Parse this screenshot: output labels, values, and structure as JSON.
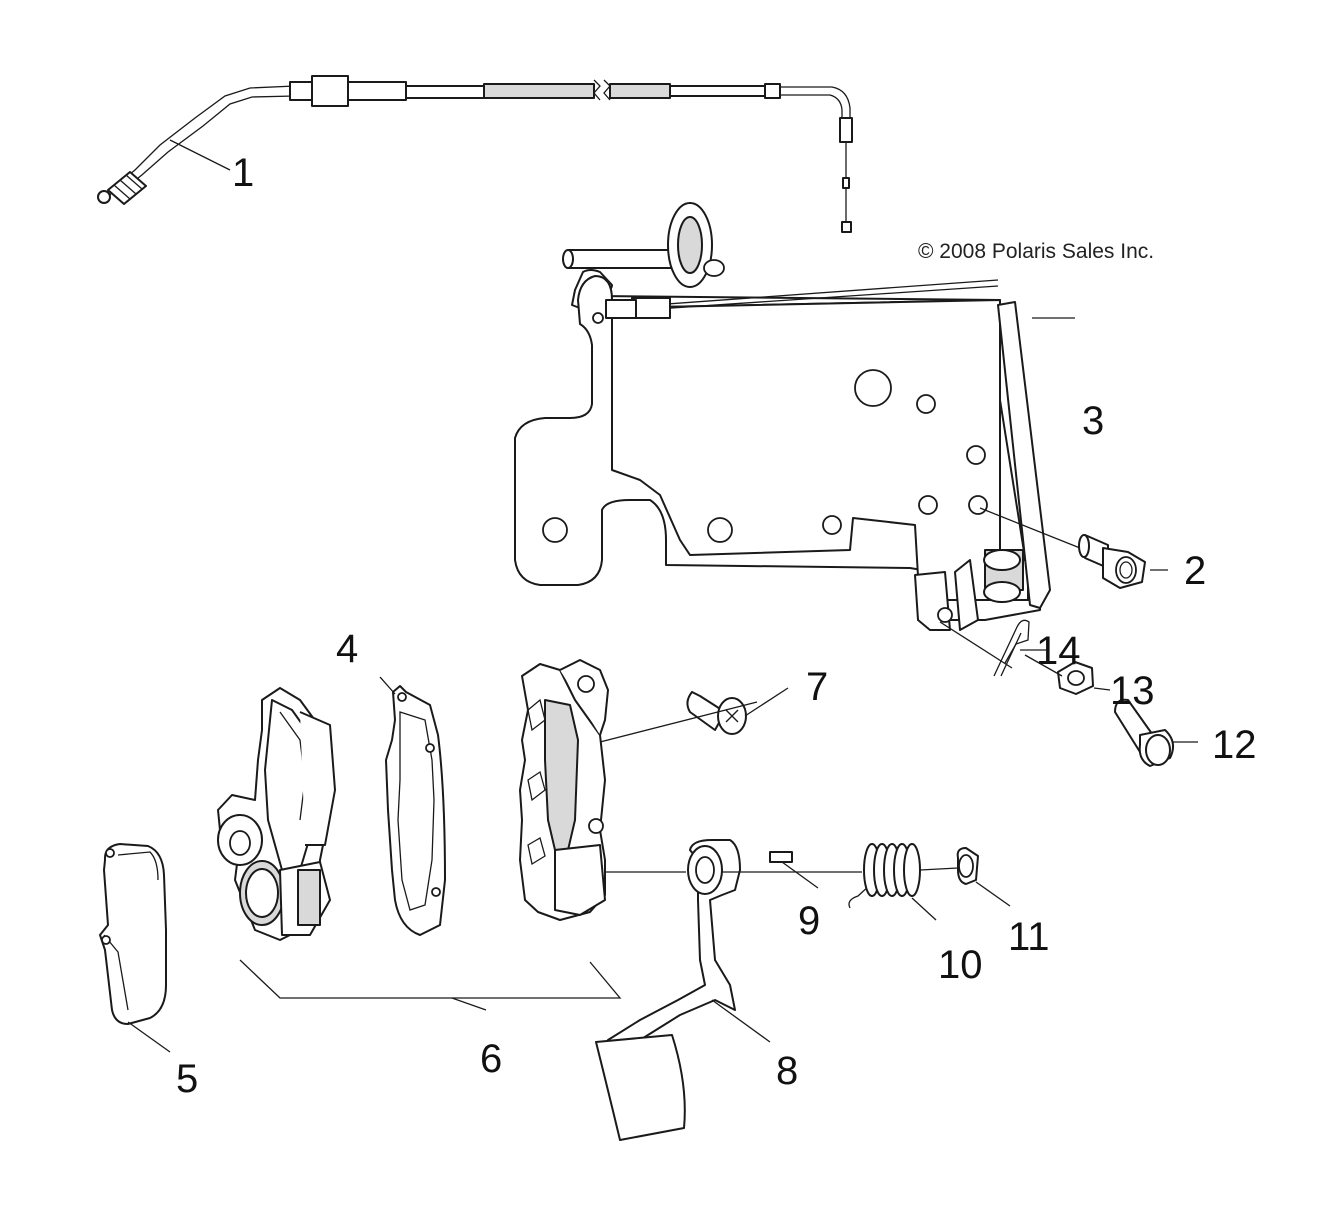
{
  "copyright": "© 2008 Polaris Sales Inc.",
  "callouts": {
    "c1": "1",
    "c2": "2",
    "c3": "3",
    "c4": "4",
    "c5": "5",
    "c6": "6",
    "c7": "7",
    "c8": "8",
    "c9": "9",
    "c10": "10",
    "c11": "11",
    "c12": "12",
    "c13": "13",
    "c14": "14"
  },
  "colors": {
    "line": "#1a1a1a",
    "shade": "#d9d9d9",
    "background": "#ffffff"
  }
}
